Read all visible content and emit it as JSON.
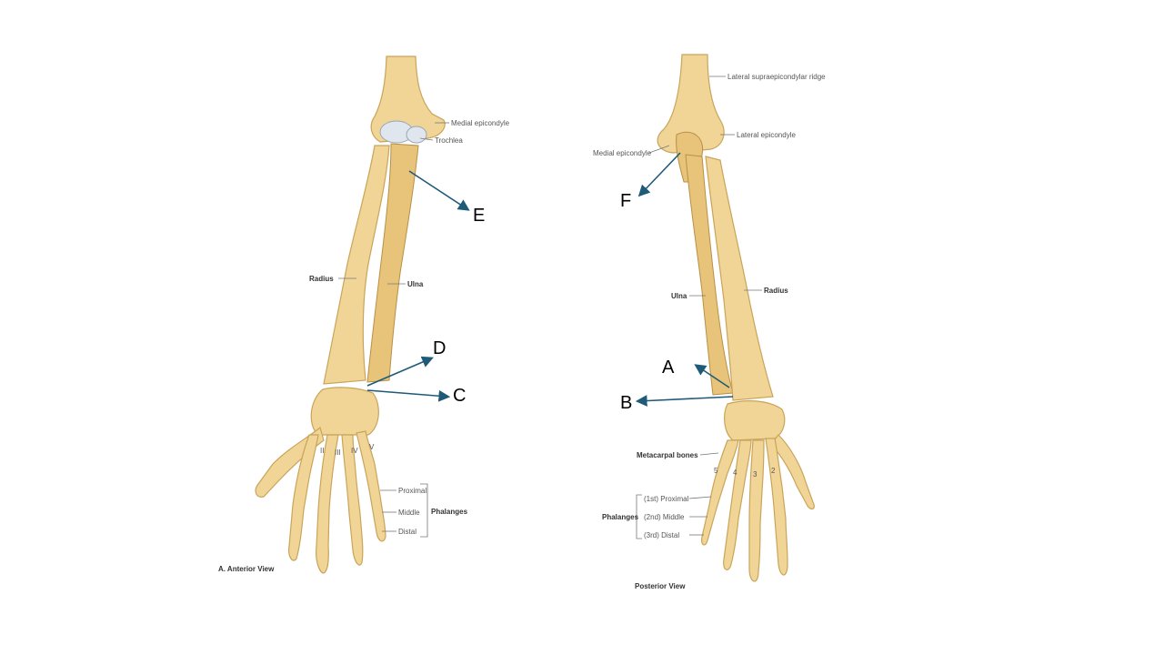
{
  "anterior": {
    "view_title": "A. Anterior View",
    "labels": {
      "medial_epicondyle": "Medial epicondyle",
      "trochlea": "Trochlea",
      "radius": "Radius",
      "ulna": "Ulna",
      "proximal": "Proximal",
      "middle": "Middle",
      "distal": "Distal",
      "phalanges": "Phalanges"
    },
    "digit_numerals": [
      "II",
      "III",
      "IV",
      "V"
    ]
  },
  "posterior": {
    "view_title": "Posterior View",
    "labels": {
      "lateral_supraepicondylar_ridge": "Lateral supraepicondylar ridge",
      "medial_epicondyle": "Medial epicondyle",
      "lateral_epicondyle": "Lateral epicondyle",
      "ulna": "Ulna",
      "radius": "Radius",
      "metacarpal_bones": "Metacarpal bones",
      "proximal": "(1st) Proximal",
      "middle": "(2nd) Middle",
      "distal": "(3rd) Distal",
      "phalanges": "Phalanges"
    },
    "digit_numbers": [
      "5",
      "4",
      "3",
      "2"
    ]
  },
  "quiz_labels": {
    "A": "A",
    "B": "B",
    "C": "C",
    "D": "D",
    "E": "E",
    "F": "F"
  },
  "colors": {
    "bone": "#f1d596",
    "arrow": "#1f5a78"
  }
}
